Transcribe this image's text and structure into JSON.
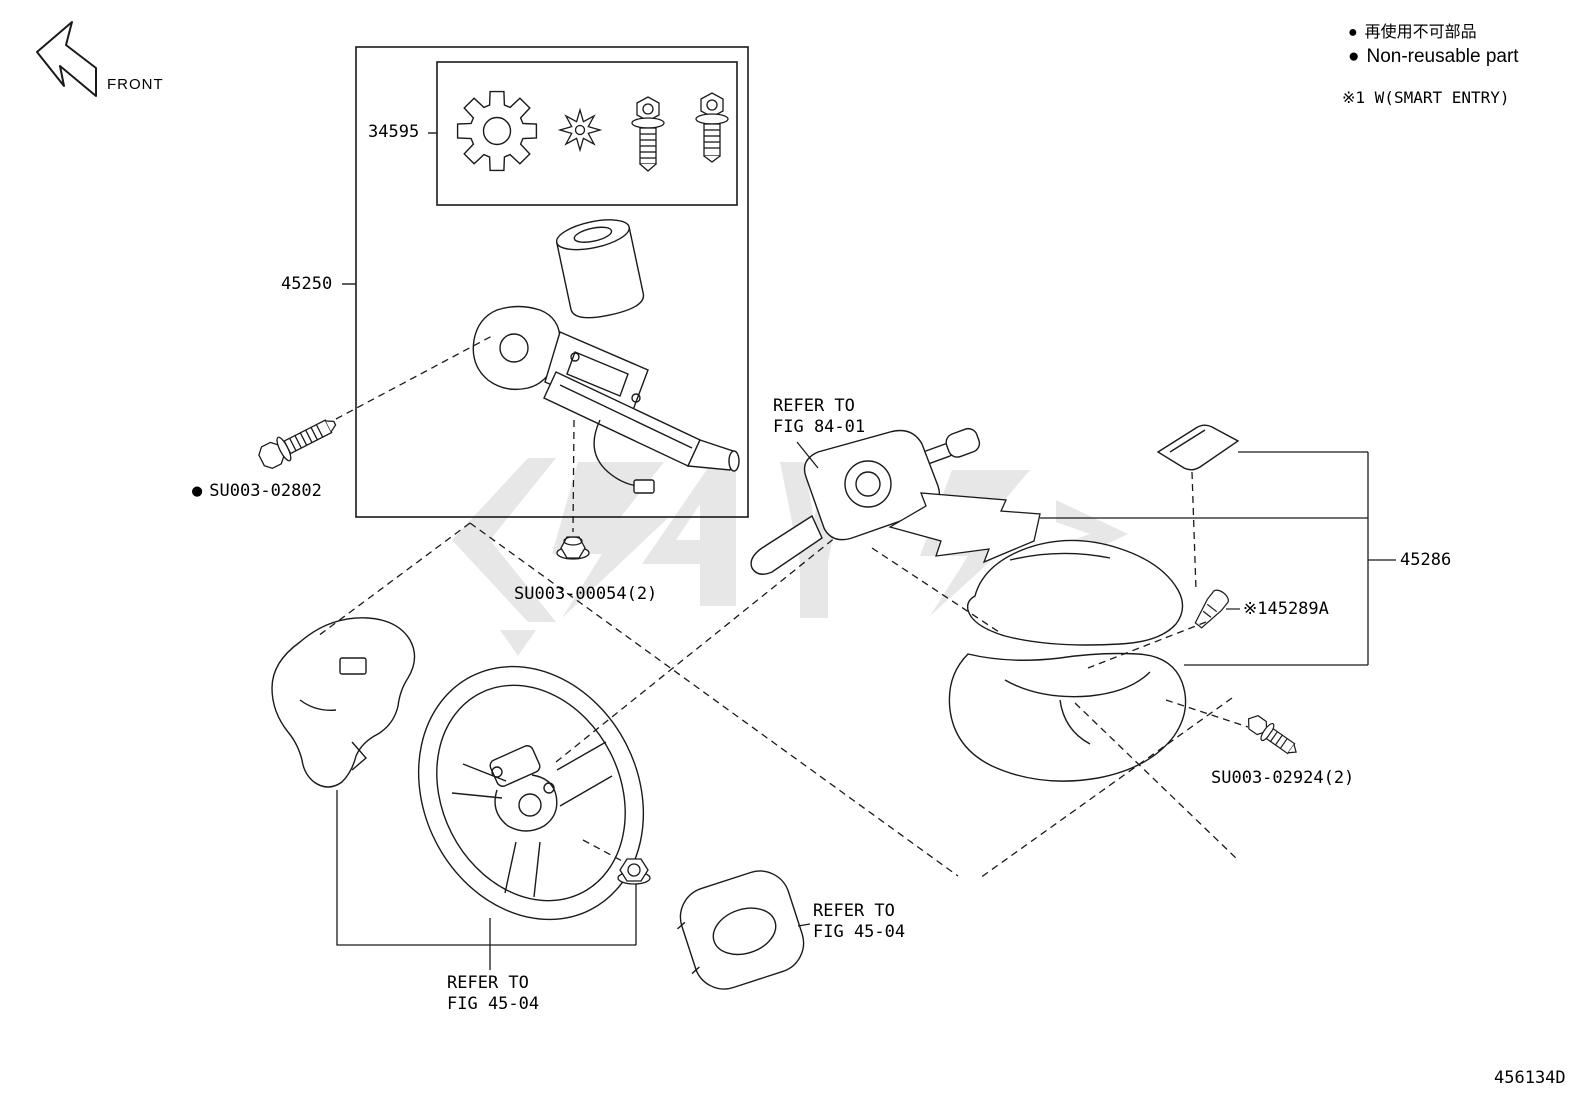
{
  "header": {
    "front_label": "FRONT",
    "legend": {
      "bullet": "●",
      "jp": "再使用不可部品",
      "en": "Non-reusable part",
      "smart_entry_note": "※1 W(SMART ENTRY)"
    }
  },
  "callouts": {
    "hardware_kit": {
      "number": "34595"
    },
    "column_assembly": {
      "number": "45250"
    },
    "bolt_column": {
      "bullet": "●",
      "number": "SU003-02802"
    },
    "nut_column": {
      "number": "SU003-00054(2)"
    },
    "cover_set": {
      "number": "45286"
    },
    "screw_cover": {
      "number": "※145289A"
    },
    "screw_lower": {
      "number": "SU003-02924(2)"
    },
    "ref_combination_switch": {
      "line1": "REFER TO",
      "line2": "FIG 84-01"
    },
    "ref_steering_wheel": {
      "line1": "REFER TO",
      "line2": "FIG 45-04"
    },
    "ref_horn_pad": {
      "line1": "REFER TO",
      "line2": "FIG 45-04"
    }
  },
  "footer": {
    "diagram_number": "456134D"
  }
}
